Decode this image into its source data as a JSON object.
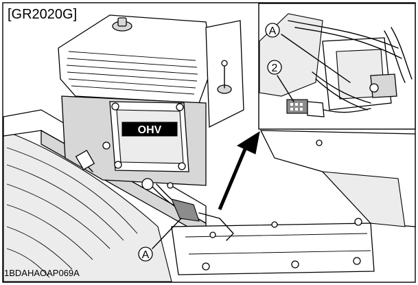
{
  "model_label": "[GR2020G]",
  "engine_badge": "OHV",
  "callouts": {
    "a_main": "A",
    "a_inset": "A",
    "two_inset": "2"
  },
  "figure_code": "1BDAHAOAP069A"
}
